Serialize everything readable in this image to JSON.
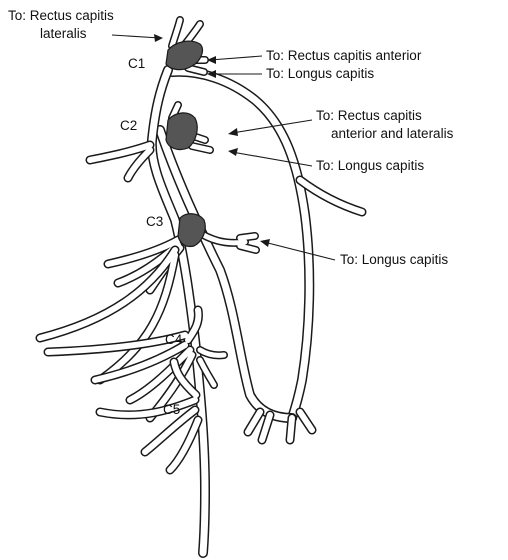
{
  "colors": {
    "ink": "#1a1a1a",
    "root_fill": "#555555",
    "background": "#ffffff"
  },
  "levels": {
    "c1": "C1",
    "c2": "C2",
    "c3": "C3",
    "c4": "C4",
    "c5": "C5"
  },
  "annotations": {
    "rcl_line1": "To: Rectus capitis",
    "rcl_line2": "lateralis",
    "c1_rca": "To: Rectus capitis anterior",
    "c1_lc": "To: Longus capitis",
    "c2_rcal_line1": "To: Rectus capitis",
    "c2_rcal_line2": "anterior and lateralis",
    "c2_lc": "To: Longus capitis",
    "c3_lc": "To: Longus capitis"
  }
}
